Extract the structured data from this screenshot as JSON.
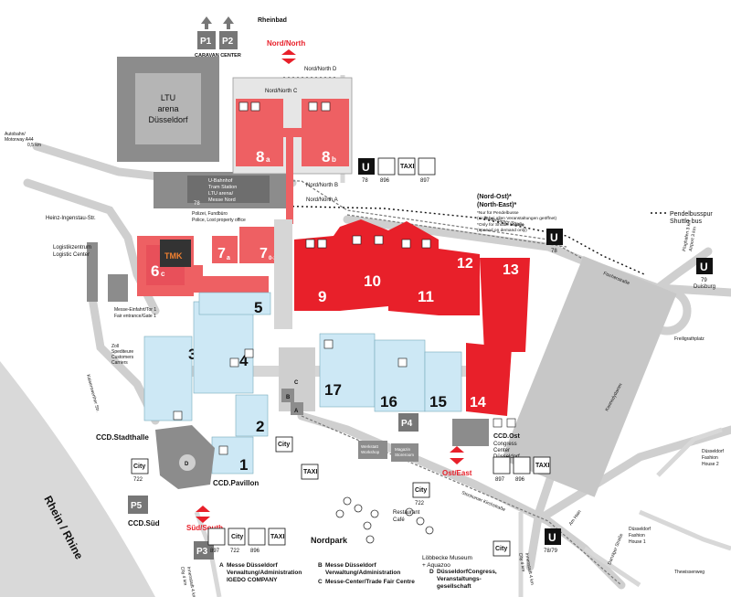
{
  "parking": {
    "p1": "P1",
    "p2": "P2",
    "p3": "P3",
    "p4": "P4",
    "p5": "P5",
    "caravan": "CARAVAN CENTER"
  },
  "areas": {
    "rheinbad": "Rheinbad",
    "arena": [
      "LTU",
      "arena",
      "Düsseldorf"
    ],
    "logistics": [
      "Logistikzentrum",
      "Logistic Center"
    ],
    "autobahn": [
      "Autobahn/",
      "Motorway A44",
      "0,5 km"
    ],
    "heinz_str": "Heinz-Ingenstau-Str.",
    "messe_einfahrt": [
      "Messe-Einfahrt/Tor 1",
      "Fair entrance/Gate 1"
    ],
    "zoll": [
      "Zoll",
      "Spediteure",
      "Customers",
      "Carriers"
    ],
    "polizei": [
      "Polizei, Fundbüro",
      "Police, Lost property office"
    ],
    "ubahn": [
      "U-Bahnhof",
      "Tram Station",
      "LTU arena/",
      "Messe Nord"
    ],
    "ccd_stadthalle": "CCD.Stadthalle",
    "ccd_pavillon": "CCD.Pavillon",
    "ccd_sued": "CCD.Süd",
    "ccd_ost": [
      "CCD.Ost",
      "Congress",
      "Center",
      "Düsseldorf"
    ],
    "nordpark": "Nordpark",
    "restaurant": [
      "Restaurant",
      "Café"
    ],
    "werkstatt": [
      "Werkstatt",
      "Workshop"
    ],
    "magazin": [
      "Magazin",
      "Storeroom"
    ],
    "loebbecke": [
      "Löbbecke Museum",
      "+ Aquazoo"
    ],
    "rhein": "Rhein / Rhine",
    "freiligrath": "Freiligrathplatz",
    "kennedydamm": "Kennedydamm",
    "duesseldorf_fh2": [
      "Düsseldorf",
      "Fashion",
      "House 2"
    ],
    "duesseldorf_fh1": [
      "Düsseldorf",
      "Fashion",
      "House 1"
    ],
    "fischerstr": "Fischerstraße",
    "thewissenweg": "Thewissenweg",
    "stockumer": "Stockumer Kirchstraße",
    "inner_city": [
      "Innenstadt 4 km",
      "City 4 km"
    ],
    "inner_city2": [
      "Innenstadt 4 km",
      "City 4 km"
    ],
    "rotterdamer": "Rotterdamer Straße",
    "am_hain": "Am Hain",
    "danziger": "Danziger Straße",
    "flughafen": [
      "Flughafen 3 km",
      "Airport 3 km"
    ],
    "duisburg": "Duisburg",
    "kaiserswerther": "Kaiserswerther Str."
  },
  "entrances": {
    "north": "Nord/North",
    "north_a": "Nord/North A",
    "north_b": "Nord/North B",
    "north_c": "Nord/North C",
    "north_d": "Nord/North D",
    "north_east": [
      "(Nord-Ost)*",
      "(North-East)*"
    ],
    "north_east_note": [
      "*Nur für Pendelbusse",
      "(nicht bei allen Veranstaltungen geöffnet)",
      "*Only for Shuttle busses",
      "(opened on demand only)"
    ],
    "east": "Ost/East",
    "south": "Süd/South"
  },
  "halls": {
    "h1": "1",
    "h2": "2",
    "h3": "3",
    "h4": "4",
    "h5": "5",
    "h6": "6",
    "h6sub": "c",
    "h7a": "7",
    "h7asub": "a",
    "h702": "7",
    "h702sub": "0-2",
    "h8a": "8",
    "h8asub": "a",
    "h8b": "8",
    "h8bsub": "b",
    "h9": "9",
    "h10": "10",
    "h11": "11",
    "h12": "12",
    "h13": "13",
    "h14": "14",
    "h15": "15",
    "h16": "16",
    "h17": "17"
  },
  "transit": {
    "line78": "78",
    "line896": "896",
    "line897": "897",
    "line722": "722",
    "line7879": "78/79",
    "line79": "79",
    "pendel": [
      "Pendelbusspur",
      "Shuttle bus"
    ],
    "city": "City",
    "taxi": "TAXI"
  },
  "legend": {
    "a": "A",
    "a_text": [
      "Messe Düsseldorf",
      "Verwaltung/Administration",
      "IGEDO COMPANY"
    ],
    "b": "B",
    "b_text": [
      "Messe Düsseldorf",
      "Verwaltung/Administration"
    ],
    "c": "C",
    "c_text": "Messe-Center/Trade Fair Centre",
    "d": "D",
    "d_text": [
      "DüsseldorfCongress,",
      "Veranstaltungs-",
      "gesellschaft"
    ]
  },
  "colors": {
    "hall_red": "#e8202a",
    "hall_pink": "#ee6063",
    "hall_blue": "#cde8f5",
    "building_gray": "#8c8c8c",
    "river": "#d9d9d9"
  }
}
